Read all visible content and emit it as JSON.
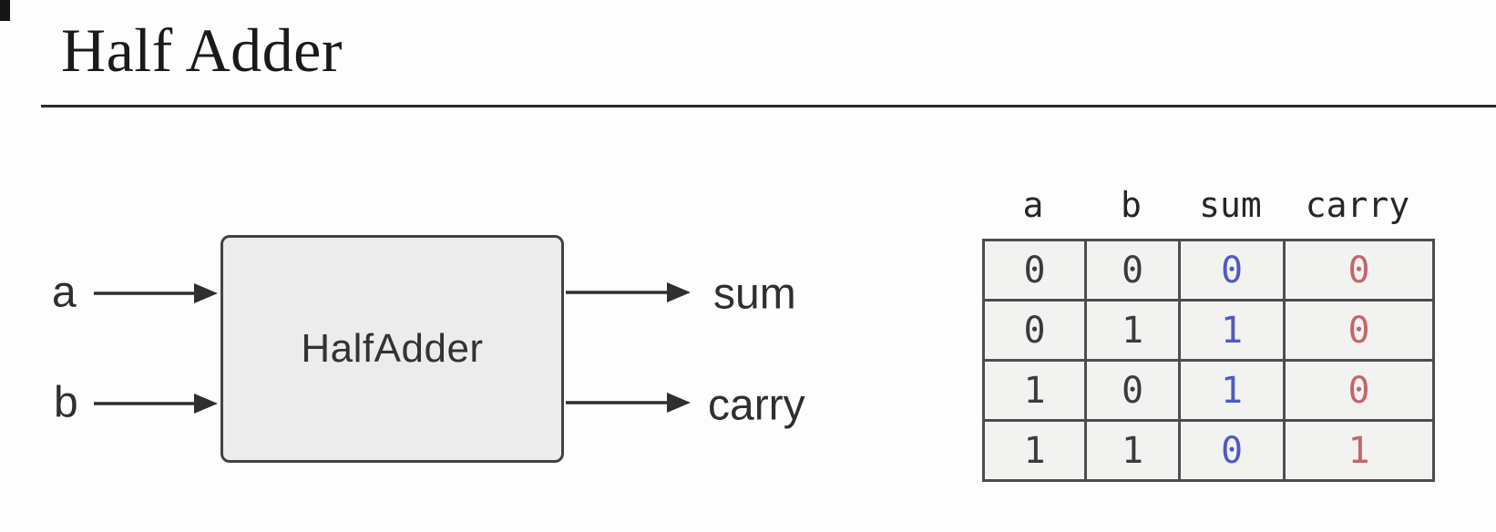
{
  "slide": {
    "title": "Half Adder"
  },
  "diagram": {
    "block_label": "HalfAdder",
    "inputs": [
      {
        "label": "a"
      },
      {
        "label": "b"
      }
    ],
    "outputs": [
      {
        "label": "sum"
      },
      {
        "label": "carry"
      }
    ]
  },
  "truth_table": {
    "headers": [
      "a",
      "b",
      "sum",
      "carry"
    ],
    "rows": [
      [
        "0",
        "0",
        "0",
        "0"
      ],
      [
        "0",
        "1",
        "1",
        "0"
      ],
      [
        "1",
        "0",
        "1",
        "0"
      ],
      [
        "1",
        "1",
        "0",
        "1"
      ]
    ]
  },
  "colors": {
    "sum_value": "#5059c4",
    "carry_value": "#c4656b",
    "input_value": "#3b3b3b",
    "block_fill": "#ececec",
    "block_border": "#424242",
    "table_border": "#4d4d4d",
    "cell_bg": "#f2f2f1",
    "diagram_ink": "#2f2f2f",
    "title_ink": "#1a1a1a"
  }
}
